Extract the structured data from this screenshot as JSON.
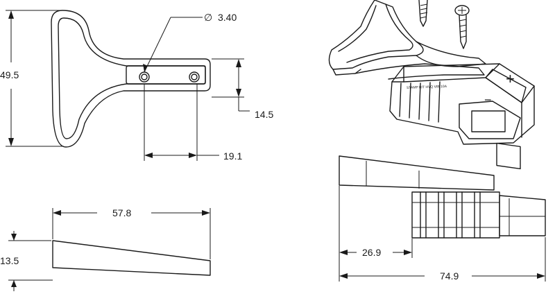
{
  "dimensions": {
    "handle_height": "49.5",
    "hole_diameter_symbol": "∅",
    "hole_diameter": "3.40",
    "mount_height": "14.5",
    "hole_spacing": "19.1",
    "side_length": "57.8",
    "side_height": "13.5",
    "connector_offset": "26.9",
    "total_length": "74.9"
  },
  "connector": {
    "marking": "STAMP R/T  HVQ  VIB  10A",
    "plus_symbol": "+",
    "minus_symbol": "−"
  }
}
